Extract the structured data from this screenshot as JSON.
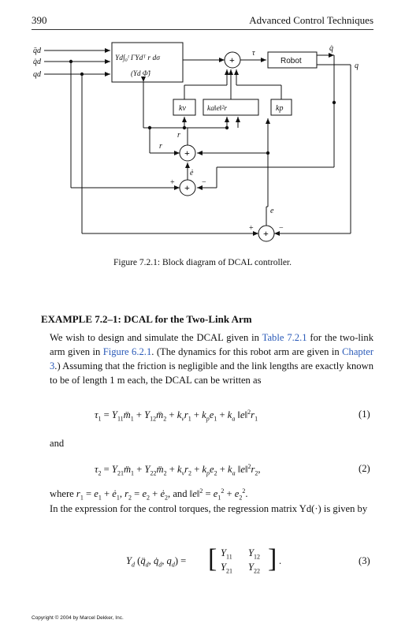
{
  "page": {
    "number": "390",
    "running_title": "Advanced Control Techniques"
  },
  "diagram": {
    "inputs": [
      "q̈d",
      "q̇d",
      "qd"
    ],
    "regressor_block_line1": "Yd∫₀ᵗ ΓYdᵀ r dσ",
    "regressor_block_line2": "(Yd Φ̂)",
    "plus_sign": "+",
    "minus_sign": "−",
    "tau_label": "τ",
    "robot_label": "Robot",
    "qdot_label": "q̇",
    "q_label": "q",
    "gain_kv": "kv",
    "gain_ka": "ka‖e‖²r",
    "gain_kp": "kp",
    "r_label": "r",
    "edot_label": "ė",
    "e_label": "e"
  },
  "caption": "Figure 7.2.1: Block diagram of DCAL controller.",
  "example": {
    "heading": "EXAMPLE 7.2–1: DCAL for the Two-Link Arm",
    "p1_a": "We wish to design and simulate the DCAL given in ",
    "p1_link1": "Table 7.2.1",
    "p1_b": " for the two-link arm given in ",
    "p1_link2": "Figure 6.2.1",
    "p1_c": ". (The dynamics for this robot arm are given in ",
    "p1_link3": "Chapter 3",
    "p1_d": ".) Assuming that the friction is negligible and the link lengths are exactly known to be of length 1 m each, the DCAL can be written as",
    "eq1_num": "(1)",
    "and_word": "and",
    "eq2_num": "(2)",
    "where_text": "where",
    "p2": "In the expression for the control torques, the regression matrix Yd(·) is given by",
    "eq3_num": "(3)"
  },
  "copyright": "Copyright © 2004 by Marcel Dekker, Inc."
}
